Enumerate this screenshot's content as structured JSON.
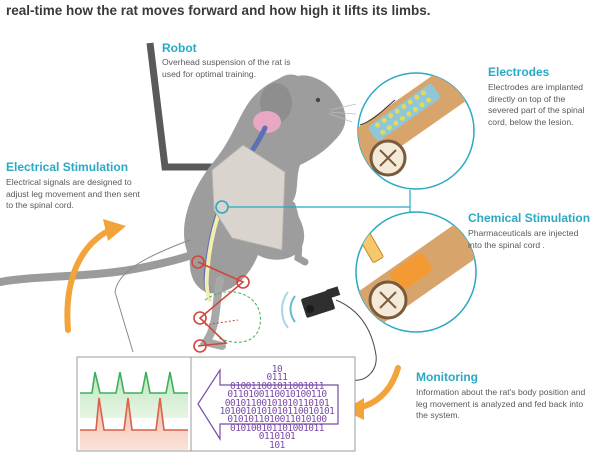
{
  "header": {
    "intro_line": "real-time how the rat moves forward and how high it lifts its limbs."
  },
  "callouts": {
    "robot": {
      "title": "Robot",
      "text": "Overhead suspension of the rat is used for optimal training."
    },
    "electrical": {
      "title": "Electrical Stimulation",
      "text": "Electrical signals are designed to adjust leg movement  and then sent to the spinal cord."
    },
    "electrodes": {
      "title": "Electrodes",
      "text": "Electrodes are implanted directly on top of the severed part of the spinal cord, below the lesion."
    },
    "chemical": {
      "title": "Chemical Stimulation",
      "text": "Pharmaceuticals are injected into the spinal cord ."
    },
    "monitoring": {
      "title": "Monitoring",
      "text": "Information about the rat's body position and leg movement is analyzed and fed back into the system."
    }
  },
  "binary_rows": [
    "10",
    "0111",
    "010011001011001011",
    "0110100110010100110",
    "00101100101010110101",
    "1010010101010110010101",
    "0101011010011010100",
    "010100101101001011",
    "0110101",
    "101"
  ],
  "colors": {
    "accent": "#2aa9c4",
    "arrow": "#f2a43a",
    "rat": "#9b9b9b",
    "signal_green": "#3fae5c",
    "signal_red": "#d9604a",
    "binary_purple": "#7b4aa8",
    "joint_red": "#d0473c"
  }
}
